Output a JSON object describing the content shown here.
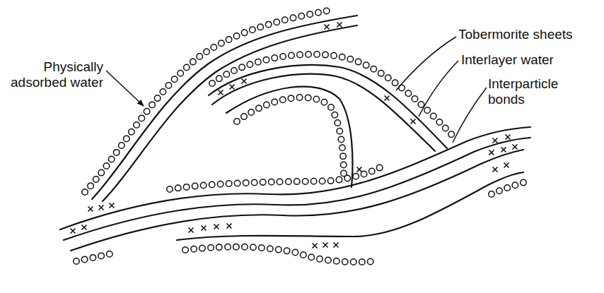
{
  "diagram": {
    "labels": [
      "Physically adsorbed water",
      "Tobermorite sheets",
      "Interlayer water",
      "Interparticle bonds"
    ]
  }
}
